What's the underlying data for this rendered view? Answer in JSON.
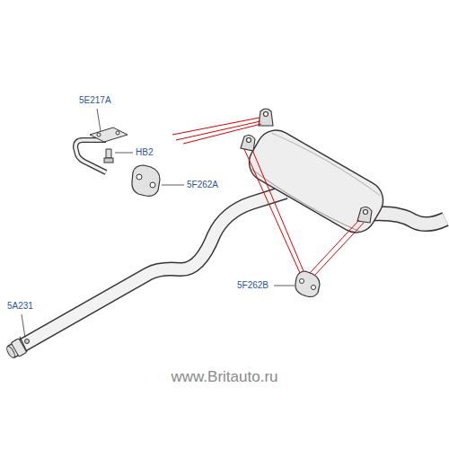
{
  "diagram": {
    "labels": [
      "5E217A",
      "HB2",
      "5F262A",
      "5F262B",
      "5A231",
      "www.Britauto.ru"
    ]
  }
}
